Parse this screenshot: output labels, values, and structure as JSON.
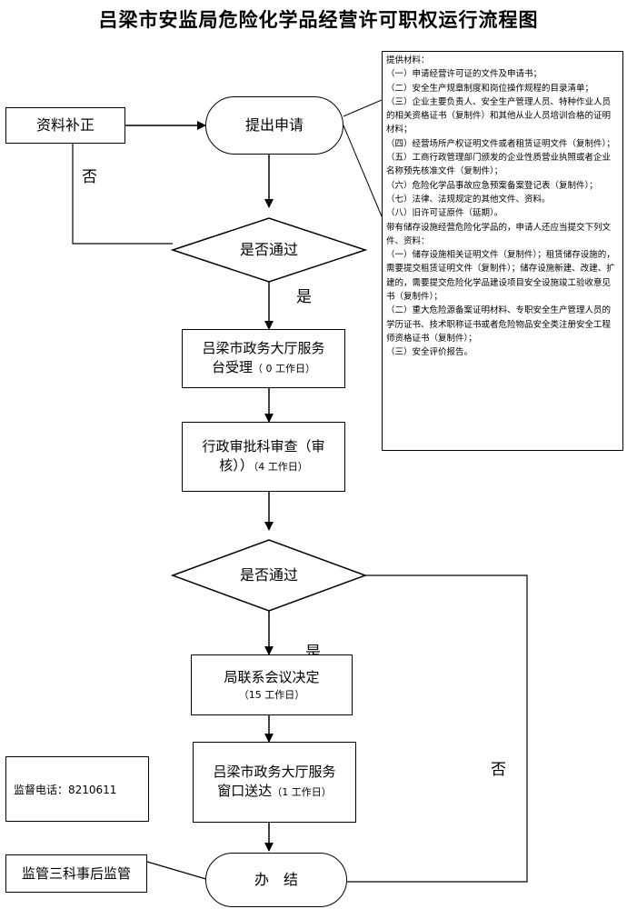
{
  "title": "吕梁市安监局危险化学品经营许可职权运行流程图",
  "nodes": {
    "supplement": "资料补正",
    "apply": "提出申请",
    "check1": "是否通过",
    "accept_line1": "吕梁市政务大厅服务",
    "accept_line2": "台受理",
    "accept_days": "（ 0 工作日）",
    "review_line1": "行政审批科审查（审",
    "review_line2": "核））",
    "review_days": "（4 工作日）",
    "check2": "是否通过",
    "meeting_line1": "局联系会议决定",
    "meeting_days": "（15 工作日）",
    "deliver_line1": "吕梁市政务大厅服务",
    "deliver_line2": "窗口送达",
    "deliver_days": "（1 工作日）",
    "finish": "办　结",
    "supervise": "监管三科事后监管",
    "phone": "监督电话：8210611"
  },
  "edge_labels": {
    "no1": "否",
    "yes1": "是",
    "yes2": "是",
    "no2": "否"
  },
  "materials": [
    "提供材料：",
    "（一）申请经营许可证的文件及申请书；",
    "（二）安全生产规章制度和岗位操作规程的目录清单；",
    "（三）企业主要负责人、安全生产管理人员、特种作业人员的相关资格证书（复制件）和其他从业人员培训合格的证明材料；",
    "（四）经营场所产权证明文件或者租赁证明文件（复制件）；",
    "（五）工商行政管理部门颁发的企业性质营业执照或者企业名称预先核准文件（复制件）；",
    "（六）危险化学品事故应急预案备案登记表（复制件）；",
    "（七）法律、法规规定的其他文件、资料。",
    "（八）旧许可证原件（延期）。",
    "带有储存设施经营危险化学品的，申请人还应当提交下列文件、资料：",
    "（一）储存设施相关证明文件（复制件）；租赁储存设施的，需要提交租赁证明文件（复制件）；储存设施新建、改建、扩建的，需要提交危险化学品建设项目安全设施竣工验收意见书（复制件）；",
    "（二）重大危险源备案证明材料、专职安全生产管理人员的学历证书、技术职称证书或者危险物品安全类注册安全工程师资格证书（复制件）；",
    "（三）安全评价报告。"
  ]
}
